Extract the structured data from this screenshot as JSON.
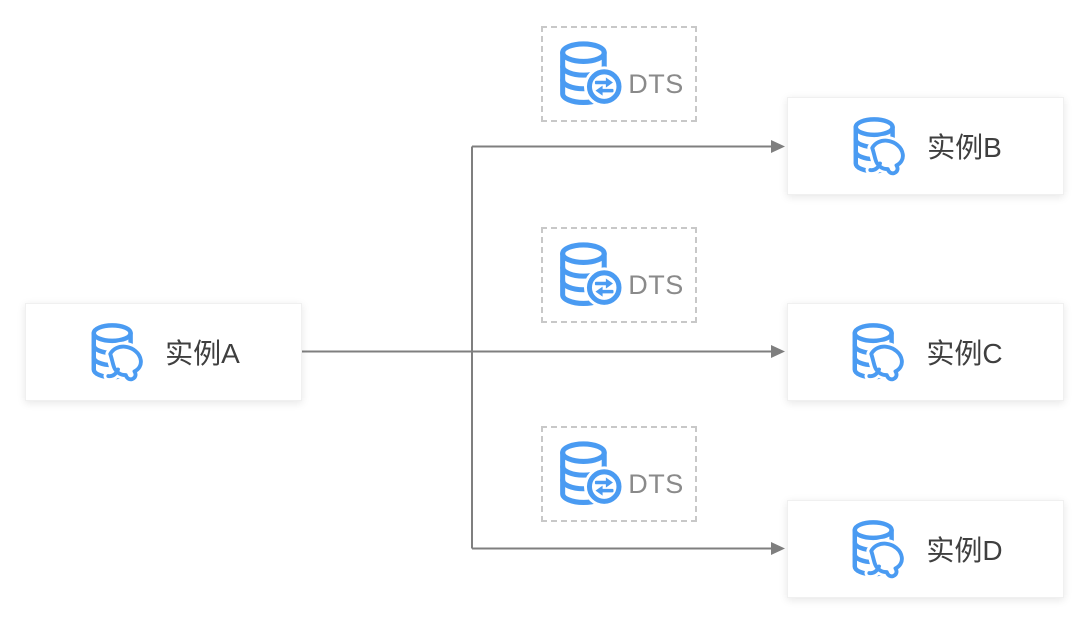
{
  "diagram": {
    "type": "dts-sync-topology",
    "colors": {
      "icon_blue": "#4a9bf2",
      "arrow_gray": "#7f7f7f",
      "dashed_border_gray": "#c8c8c8",
      "instance_box_border": "#f0f0f0",
      "instance_label_color": "#3f3f3f",
      "dts_label_color": "#8a8a8a",
      "background": "#ffffff"
    },
    "source_instance": {
      "label": "实例A"
    },
    "target_instances": [
      {
        "label": "实例B"
      },
      {
        "label": "实例C"
      },
      {
        "label": "实例D"
      }
    ],
    "dts_services": [
      {
        "label": "DTS"
      },
      {
        "label": "DTS"
      },
      {
        "label": "DTS"
      }
    ],
    "edges": [
      {
        "from": "实例A",
        "to": "实例B"
      },
      {
        "from": "实例A",
        "to": "实例C"
      },
      {
        "from": "实例A",
        "to": "实例D"
      }
    ]
  }
}
